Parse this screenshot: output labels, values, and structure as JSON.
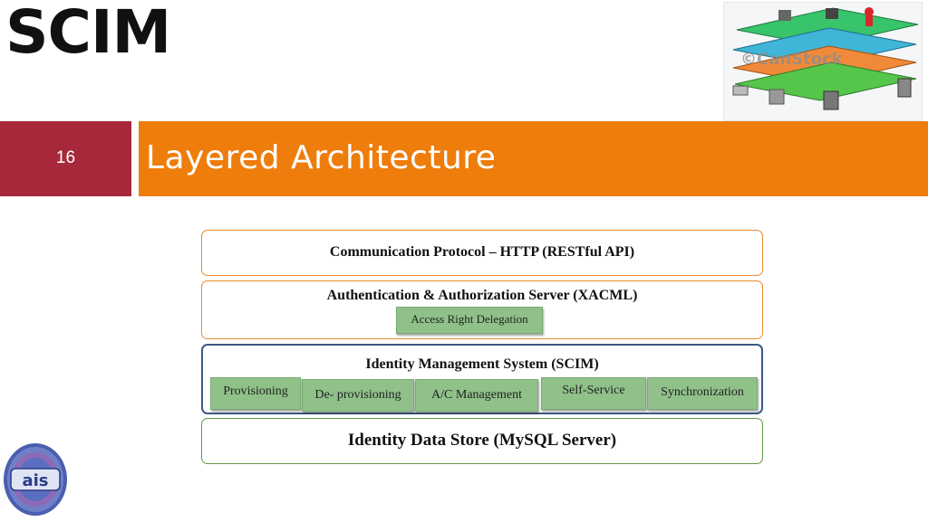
{
  "logo": {
    "text": "SCIM"
  },
  "stock_image": {
    "watermark": "©CanStock"
  },
  "slide": {
    "number": "16",
    "title": "Layered Architecture"
  },
  "layers": {
    "communication": {
      "title": "Communication Protocol – HTTP (RESTful API)"
    },
    "auth": {
      "title": "Authentication & Authorization Server (XACML)",
      "chip": "Access Right Delegation"
    },
    "identity": {
      "title": "Identity Management System (SCIM)",
      "chips": [
        "Provisioning",
        "De- provisioning",
        "A/C Management",
        "Self-Service",
        "Synchronization"
      ]
    },
    "datastore": {
      "title": "Identity Data Store (MySQL Server)"
    }
  },
  "colors": {
    "accent_red": "#a6283a",
    "accent_orange": "#ee7d0c",
    "chip_green": "#8fc189",
    "border_blue": "#3a5a82"
  },
  "bottom_logo": {
    "text": "ais"
  }
}
